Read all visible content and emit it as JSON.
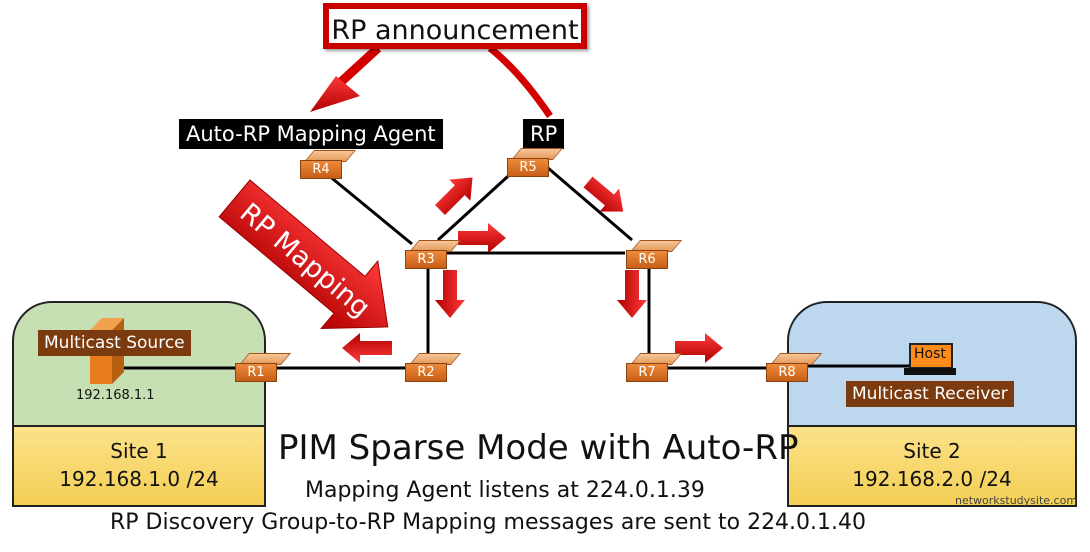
{
  "diagram": {
    "title": "PIM Sparse Mode with Auto-RP",
    "subtitle_1": "Mapping Agent listens at 224.0.1.39",
    "subtitle_2": "RP Discovery Group-to-RP Mapping messages are sent to 224.0.1.40",
    "watermark": "networkstudysite.com",
    "callouts": {
      "rp_announcement": "RP announcement",
      "mapping_agent": "Auto-RP Mapping Agent",
      "rp": "RP",
      "rp_mapping": "RP Mapping"
    },
    "routers": [
      {
        "id": "R1",
        "label": "R1"
      },
      {
        "id": "R2",
        "label": "R2"
      },
      {
        "id": "R3",
        "label": "R3"
      },
      {
        "id": "R4",
        "label": "R4"
      },
      {
        "id": "R5",
        "label": "R5"
      },
      {
        "id": "R6",
        "label": "R6"
      },
      {
        "id": "R7",
        "label": "R7"
      },
      {
        "id": "R8",
        "label": "R8"
      }
    ],
    "links": [
      [
        "Source",
        "R1"
      ],
      [
        "R1",
        "R2"
      ],
      [
        "R2",
        "R3"
      ],
      [
        "R3",
        "R4"
      ],
      [
        "R3",
        "R5"
      ],
      [
        "R3",
        "R6"
      ],
      [
        "R5",
        "R6"
      ],
      [
        "R6",
        "R7"
      ],
      [
        "R7",
        "R8"
      ],
      [
        "R8",
        "Host"
      ]
    ],
    "sites": [
      {
        "name": "Site 1",
        "subnet": "192.168.1.0 /24",
        "device_label": "Multicast Source",
        "device_ip": "192.168.1.1",
        "color": "#c6e0b4"
      },
      {
        "name": "Site 2",
        "subnet": "192.168.2.0 /24",
        "device_label": "Multicast Receiver",
        "host_label": "Host",
        "color": "#bdd7ee"
      }
    ],
    "colors": {
      "arrow_red": "#d40000",
      "router_orange": "#e07a2c",
      "tag_brown": "#7b3b0e",
      "site_footer": "#f6d465"
    }
  }
}
